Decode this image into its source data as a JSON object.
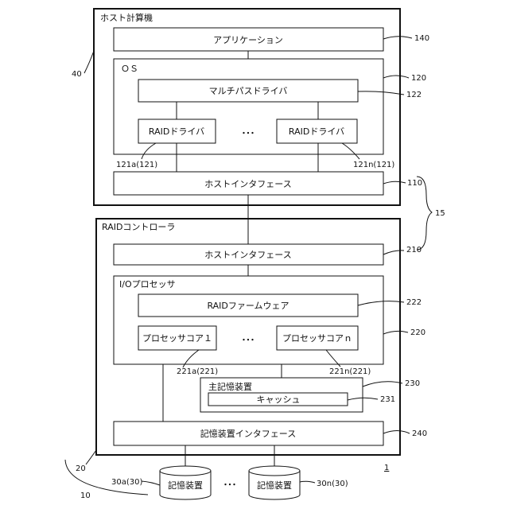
{
  "host": {
    "title": "ホスト計算機",
    "ref": "40",
    "app": {
      "label": "アプリケーション",
      "ref": "140"
    },
    "os": {
      "label": "ＯＳ",
      "ref": "120"
    },
    "multipath": {
      "label": "マルチパスドライバ",
      "ref": "122"
    },
    "raid_driver_a": {
      "label": "RAIDドライバ",
      "ref": "121a(121)"
    },
    "raid_driver_n": {
      "label": "RAIDドライバ",
      "ref": "121n(121)"
    },
    "dots": "･･･",
    "host_if": {
      "label": "ホストインタフェース",
      "ref": "110"
    }
  },
  "link_ref": "15",
  "controller": {
    "title": "RAIDコントローラ",
    "ref": "20",
    "host_if": {
      "label": "ホストインタフェース",
      "ref": "210"
    },
    "io_processor": {
      "label": "I/Oプロセッサ",
      "ref": "220"
    },
    "firmware": {
      "label": "RAIDファームウェア",
      "ref": "222"
    },
    "core_1": {
      "label": "プロセッサコア１",
      "ref": "221a(221)"
    },
    "core_n": {
      "label": "プロセッサコアｎ",
      "ref": "221n(221)"
    },
    "dots": "･･･",
    "main_memory": {
      "label": "主記憶装置",
      "ref": "230"
    },
    "cache": {
      "label": "キャッシュ",
      "ref": "231"
    },
    "storage_if": {
      "label": "記憶装置インタフェース",
      "ref": "240"
    }
  },
  "storage": {
    "ref": "10",
    "device_a": {
      "label": "記憶装置",
      "ref": "30a(30)"
    },
    "device_n": {
      "label": "記憶装置",
      "ref": "30n(30)"
    },
    "dots": "･･･"
  },
  "system_ref": "1"
}
